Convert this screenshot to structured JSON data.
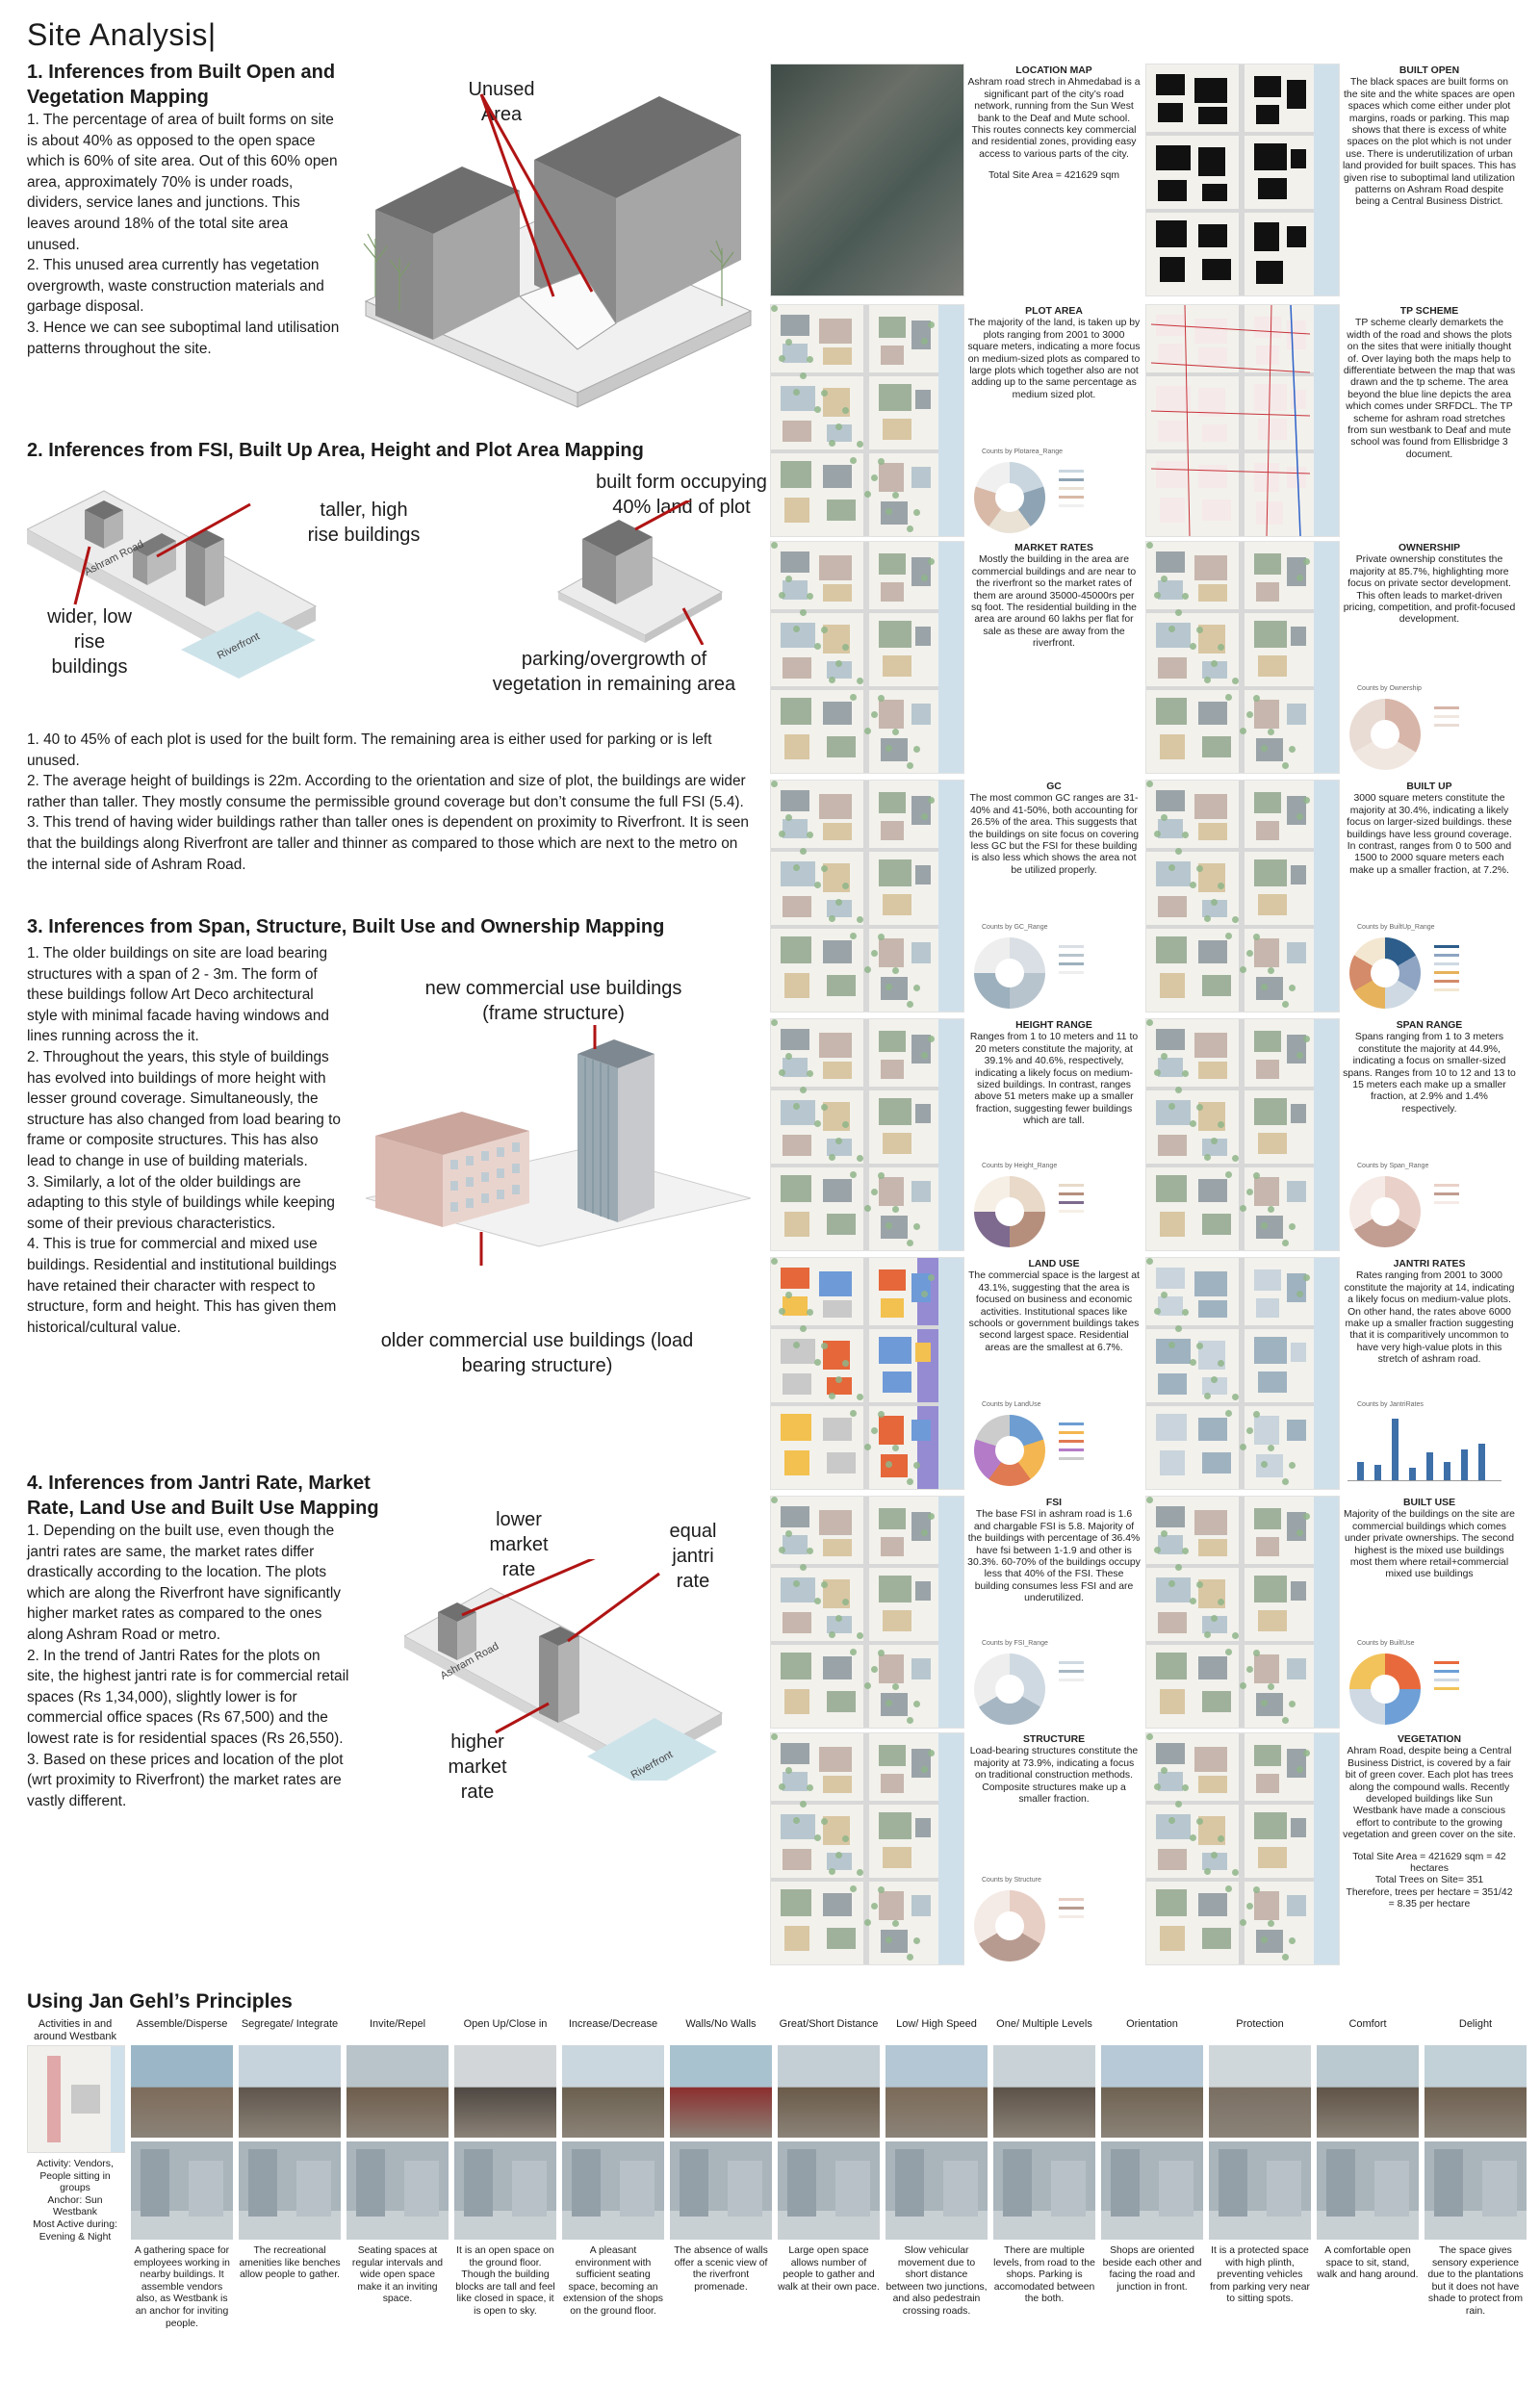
{
  "page_title": "Site Analysis|",
  "section1": {
    "heading": "1. Inferences from Built Open and Vegetation Mapping",
    "paragraphs": [
      "1. The percentage of area of built forms on site is about 40% as opposed to the open space which is 60% of site area. Out of this 60% open area, approximately 70% is under roads, dividers, service lanes and junctions. This leaves around 18% of the total site area unused.",
      "2. This unused area currently has vegetation overgrowth, waste construction materials and garbage disposal.",
      "3. Hence we can see suboptimal land utilisation patterns throughout the site."
    ],
    "diagram_label": "Unused Area"
  },
  "section2": {
    "heading": "2. Inferences from FSI, Built Up Area, Height and Plot Area Mapping",
    "labels": {
      "taller": "taller, high rise buildings",
      "wider": "wider, low rise buildings",
      "built40": "built form occupying 40% land of plot",
      "parking": "parking/overgrowth of vegetation in remaining area",
      "ashram_road": "Ashram Road",
      "riverfront": "Riverfront"
    },
    "paragraphs": [
      "1. 40 to 45% of each plot is used for the built form. The remaining area is either used for parking or is left unused.",
      "2. The average height of buildings is 22m. According to the orientation and size of plot, the buildings are wider rather than taller. They mostly consume the permissible ground coverage but don’t consume the full FSI (5.4).",
      "3. This trend of having wider buildings rather than taller ones is dependent on proximity to Riverfront. It is seen that the buildings along Riverfront are taller and thinner as compared to those which are next to the metro on the internal side of Ashram Road."
    ]
  },
  "section3": {
    "heading": "3. Inferences from Span, Structure, Built Use and Ownership Mapping",
    "paragraphs": [
      "1. The older buildings on site are load bearing structures with a span of 2 - 3m. The form of these buildings follow Art Deco architectural style with minimal facade having windows and lines running across the it.",
      "2. Throughout the years, this style of buildings has evolved into buildings of more height with lesser ground coverage. Simultaneously, the structure has also changed from load bearing to frame or composite structures. This has also lead to change in use of building materials.",
      "3. Similarly, a lot of the older buildings are adapting to this style of buildings while keeping some of their previous characteristics.",
      "4. This is true for commercial and mixed use buildings. Residential and institutional buildings have retained their character with respect to structure, form and height. This has given them historical/cultural value."
    ],
    "label_new": "new commercial use buildings (frame structure)",
    "label_old": "older commercial use buildings (load bearing structure)"
  },
  "section4": {
    "heading": "4. Inferences from Jantri Rate, Market Rate, Land Use and Built Use Mapping",
    "paragraphs": [
      "1. Depending on the built use, even though the jantri rates are same, the market rates differ drastically according to the location. The plots which are along the Riverfront have significantly higher market rates as compared to the ones along Ashram Road or metro.",
      "2. In the trend of Jantri Rates for the plots on site, the highest jantri rate is for commercial retail spaces (Rs 1,34,000), slightly lower is for commercial office spaces (Rs 67,500) and the lowest rate is for residential spaces (Rs 26,550).",
      "3. Based on these prices and location of the plot (wrt proximity to Riverfront) the market rates are vastly different."
    ],
    "labels": {
      "lower": "lower market rate",
      "equal": "equal jantri rate",
      "higher": "higher market rate",
      "ashram_road": "Ashram Road",
      "riverfront": "Riverfront"
    }
  },
  "maps": [
    {
      "title": "LOCATION MAP",
      "text": "Ashram road strech in Ahmedabad is a significant part of the city’s road network, running from the Sun West bank to the Deaf and Mute school. This routes connects key commercial and residential zones, providing easy access to various parts of the city.",
      "extra": "Total Site Area = 421629 sqm",
      "chart": "",
      "kind": "satellite"
    },
    {
      "title": "BUILT OPEN",
      "text": "The black spaces are built forms on the site and the white spaces are open spaces which come either under plot margins, roads or parking. This map shows that there is excess of white spaces on the plot which is not under use. There is underutilization of urban land provided for built spaces. This has given rise to suboptimal land utilization patterns on Ashram Road despite being a Central Business District.",
      "extra": "",
      "chart": "",
      "kind": "builtopen"
    },
    {
      "title": "PLOT AREA",
      "text": "The majority of the land, is taken up by plots ranging from 2001 to 3000 square meters, indicating a more focus on medium-sized plots as compared to large plots which together also are not adding up to the same percentage as medium sized plot.",
      "extra": "",
      "chart": "Counts by Plotarea_Range",
      "kind": "map"
    },
    {
      "title": "TP SCHEME",
      "text": "TP scheme clearly demarkets the width of the road and shows the plots on the sites that were initially thought of. Over laying both the maps help to differentiate between the map that was drawn and the tp scheme. The area beyond the blue line depicts the area which comes under SRFDCL. The TP scheme for ashram road stretches from sun westbank to Deaf and mute school was found from Ellisbridge 3 document.",
      "extra": "",
      "chart": "",
      "kind": "tp"
    },
    {
      "title": "MARKET RATES",
      "text": "Mostly the building in the area are commercial buildings and are near to the riverfront so the market rates of them are around 35000-45000rs per sq foot. The residential building in the area are around 60 lakhs per flat for sale as these are away from the riverfront.",
      "extra": "",
      "chart": "",
      "kind": "map"
    },
    {
      "title": "OWNERSHIP",
      "text": "Private ownership constitutes the majority at 85.7%, highlighting more focus on private sector development. This often leads to market-driven pricing, competition, and profit-focused development.",
      "extra": "",
      "chart": "Counts by Ownership",
      "kind": "map"
    },
    {
      "title": "GC",
      "text": "The most common GC ranges are 31-40% and 41-50%, both accounting for 26.5% of the area. This suggests that the buildings on site focus on covering less GC but the FSI for these building is also less which shows the area not be utilized properly.",
      "extra": "",
      "chart": "Counts by GC_Range",
      "kind": "map"
    },
    {
      "title": "BUILT UP",
      "text": "3000 square meters constitute the majority at 30.4%, indicating a likely focus on larger-sized buildings. these buildings have less ground coverage. In contrast, ranges from 0 to 500 and 1500 to 2000 square meters each make up a smaller fraction, at 7.2%.",
      "extra": "",
      "chart": "Counts by BuiltUp_Range",
      "kind": "map"
    },
    {
      "title": "HEIGHT RANGE",
      "text": "Ranges from 1 to 10 meters and 11 to 20 meters constitute the majority, at 39.1% and 40.6%, respectively, indicating a likely focus on medium-sized buildings. In contrast, ranges above 51 meters make up a smaller fraction, suggesting fewer buildings which are tall.",
      "extra": "",
      "chart": "Counts by Height_Range",
      "kind": "map"
    },
    {
      "title": "SPAN RANGE",
      "text": "Spans ranging from 1 to 3 meters constitute the majority at 44.9%, indicating a focus on smaller-sized spans. Ranges from 10 to 12 and 13 to 15 meters each make up a smaller fraction, at 2.9% and 1.4% respectively.",
      "extra": "",
      "chart": "Counts by Span_Range",
      "kind": "map"
    },
    {
      "title": "LAND USE",
      "text": "The commercial space is the largest at 43.1%, suggesting that the area is focused on business and economic activities. Institutional spaces like schools or government buildings takes second largest space. Residential areas are the smallest at 6.7%.",
      "extra": "",
      "chart": "Counts by LandUse",
      "kind": "landuse"
    },
    {
      "title": "JANTRI RATES",
      "text": "Rates ranging from 2001 to 3000 constitute the majority at 14, indicating a likely focus on medium-value plots. On other hand, the rates above 6000 make up a smaller fraction suggesting that it is comparitively uncommon to have very high-value plots in this stretch of ashram road.",
      "extra": "",
      "chart": "Counts by JantriRates",
      "kind": "jantri"
    },
    {
      "title": "FSI",
      "text": "The base FSI in ashram road is 1.6 and chargable FSI is 5.8. Majority of the buildings with percentage of 36.4% have fsi between 1-1.9 and other is 30.3%. 60-70% of the buildings occupy less that 40% of the FSI. These building consumes less FSI and are underutilized.",
      "extra": "",
      "chart": "Counts by FSI_Range",
      "kind": "map"
    },
    {
      "title": "BUILT USE",
      "text": "Majority of the buildings on the site are commercial buildings which comes under private ownerships. The second highest is the mixed use buildings most them where retail+commercial mixed use buildings",
      "extra": "",
      "chart": "Counts by BuiltUse",
      "kind": "map"
    },
    {
      "title": "STRUCTURE",
      "text": "Load-bearing structures constitute the majority at 73.9%, indicating a focus on traditional construction methods. Composite structures make up a smaller fraction.",
      "extra": "",
      "chart": "Counts by Structure",
      "kind": "map"
    },
    {
      "title": "VEGETATION",
      "text": "Ahram Road, despite being a Central Business District, is covered by a fair bit of green cover. Each plot has trees along the compound walls. Recently developed buildings like Sun Westbank have made a conscious effort to contribute to the growing vegetation and green cover on the site.",
      "extra": "Total Site Area = 421629 sqm = 42 hectares\nTotal Trees on Site= 351\nTherefore, trees per hectare = 351/42 = 8.35 per hectare",
      "chart": "",
      "kind": "map"
    }
  ],
  "gehl": {
    "title": "Using Jan Gehl’s Principles",
    "first": {
      "header": "Activities in and around Westbank",
      "text": "Activity: Vendors, People sitting in groups\nAnchor: Sun Westbank\nMost Active during: Evening & Night"
    },
    "columns": [
      {
        "header": "Assemble/Disperse",
        "text": "A gathering space for employees working in nearby buildings. It assemble vendors also, as Westbank is an anchor for inviting people."
      },
      {
        "header": "Segregate/ Integrate",
        "text": "The recreational amenities like benches allow people to gather."
      },
      {
        "header": "Invite/Repel",
        "text": "Seating spaces at regular intervals and wide open space make it an inviting space."
      },
      {
        "header": "Open Up/Close in",
        "text": "It is an open space on the ground floor. Though the building blocks are tall and feel like closed in space, it is open to sky."
      },
      {
        "header": "Increase/Decrease",
        "text": "A pleasant environment with sufficient seating space, becoming an extension of the shops on the ground floor."
      },
      {
        "header": "Walls/No Walls",
        "text": "The absence of walls offer a scenic view of the riverfront promenade."
      },
      {
        "header": "Great/Short Distance",
        "text": "Large open space allows number of people to gather and walk at their own pace."
      },
      {
        "header": "Low/ High Speed",
        "text": "Slow vehicular movement due to short distance between two junctions, and also pedestrain crossing roads."
      },
      {
        "header": "One/ Multiple Levels",
        "text": "There are multiple levels, from road to the shops. Parking is accomodated between the both."
      },
      {
        "header": "Orientation",
        "text": "Shops are oriented beside each other and facing the road and junction in front."
      },
      {
        "header": "Protection",
        "text": "It is a protected space with high plinth, preventing vehicles from parking very near to sitting spots."
      },
      {
        "header": "Comfort",
        "text": "A comfortable open space to sit, stand, walk and hang around."
      },
      {
        "header": "Delight",
        "text": "The space gives sensory experience due to the plantations but it does not have shade to protect from rain."
      }
    ]
  }
}
